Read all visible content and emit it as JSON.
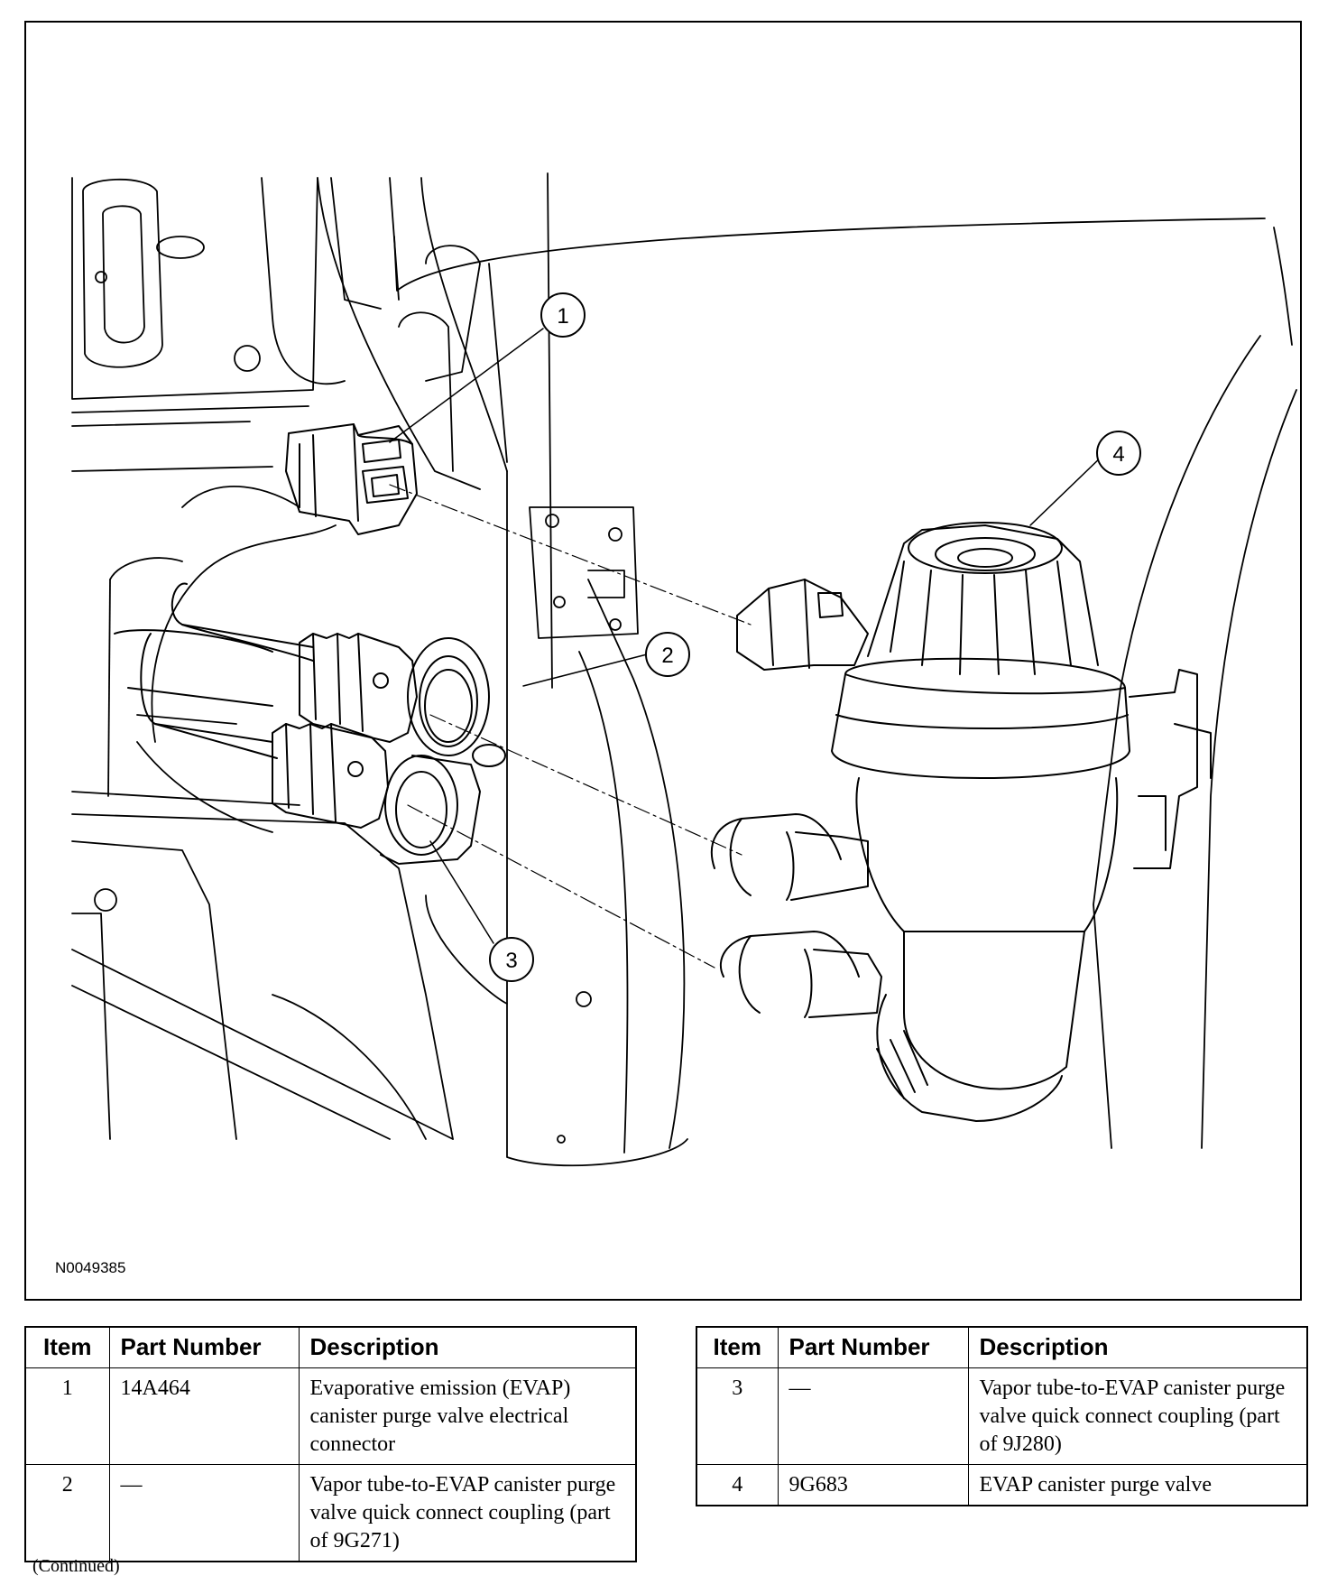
{
  "figure": {
    "id": "N0049385",
    "callouts": [
      "1",
      "2",
      "3",
      "4"
    ]
  },
  "tables": [
    {
      "headers": [
        "Item",
        "Part Number",
        "Description"
      ],
      "rows": [
        {
          "item": "1",
          "part_number": "14A464",
          "description": "Evaporative emission (EVAP) canister purge valve electrical connector"
        },
        {
          "item": "2",
          "part_number": "—",
          "description": "Vapor tube-to-EVAP canister purge valve quick connect coupling (part of 9G271)"
        }
      ]
    },
    {
      "headers": [
        "Item",
        "Part Number",
        "Description"
      ],
      "rows": [
        {
          "item": "3",
          "part_number": "—",
          "description": "Vapor tube-to-EVAP canister purge valve quick connect coupling (part of 9J280)"
        },
        {
          "item": "4",
          "part_number": "9G683",
          "description": "EVAP canister purge valve"
        }
      ]
    }
  ],
  "footer": {
    "note": "(Continued)"
  }
}
